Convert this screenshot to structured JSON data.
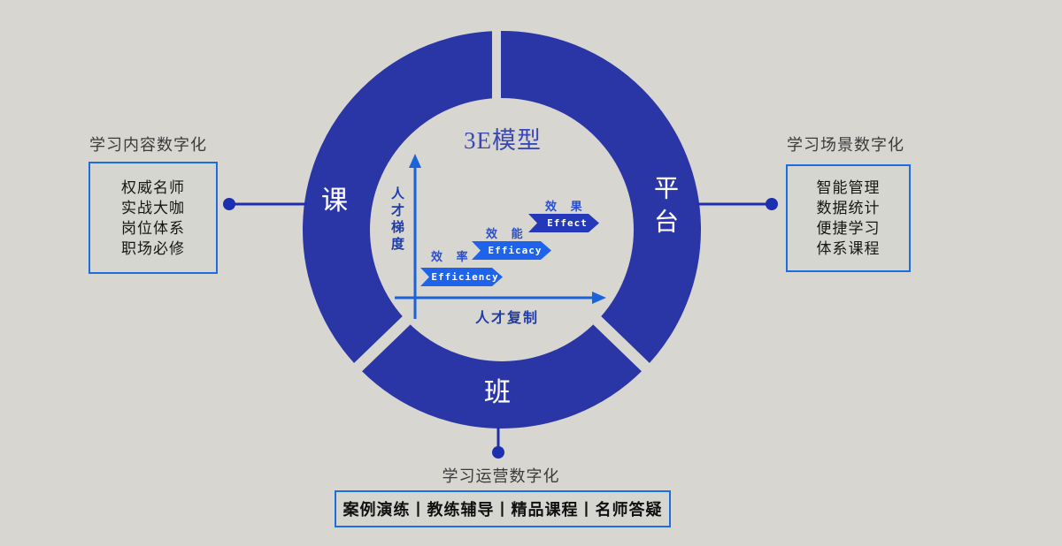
{
  "palette": {
    "background": "#d8d6d0",
    "ring": "#2a35a6",
    "connector": "#1c2fae",
    "box_border": "#1c6ce2",
    "axis": "#1a63da",
    "arrow_bright": "#1e63e9",
    "arrow_dark": "#2439b9",
    "label_blue": "#2a4fd0",
    "title_blue": "#3a49b6"
  },
  "ring": {
    "segments": [
      {
        "label": "课",
        "position": "left"
      },
      {
        "label": "平台",
        "position": "right"
      },
      {
        "label": "班",
        "position": "bottom"
      }
    ]
  },
  "model": {
    "title": "3E模型",
    "y_axis": "人才梯度",
    "x_axis": "人才复制",
    "levels": [
      {
        "zh": "效 率",
        "en": "Efficiency"
      },
      {
        "zh": "效 能",
        "en": "Efficacy"
      },
      {
        "zh": "效 果",
        "en": "Effect"
      }
    ]
  },
  "panels": {
    "left": {
      "title": "学习内容数字化",
      "items": [
        "权威名师",
        "实战大咖",
        "岗位体系",
        "职场必修"
      ]
    },
    "right": {
      "title": "学习场景数字化",
      "items": [
        "智能管理",
        "数据统计",
        "便捷学习",
        "体系课程"
      ]
    },
    "bottom": {
      "title": "学习运营数字化",
      "text": "案例演练丨教练辅导丨精品课程丨名师答疑"
    }
  }
}
